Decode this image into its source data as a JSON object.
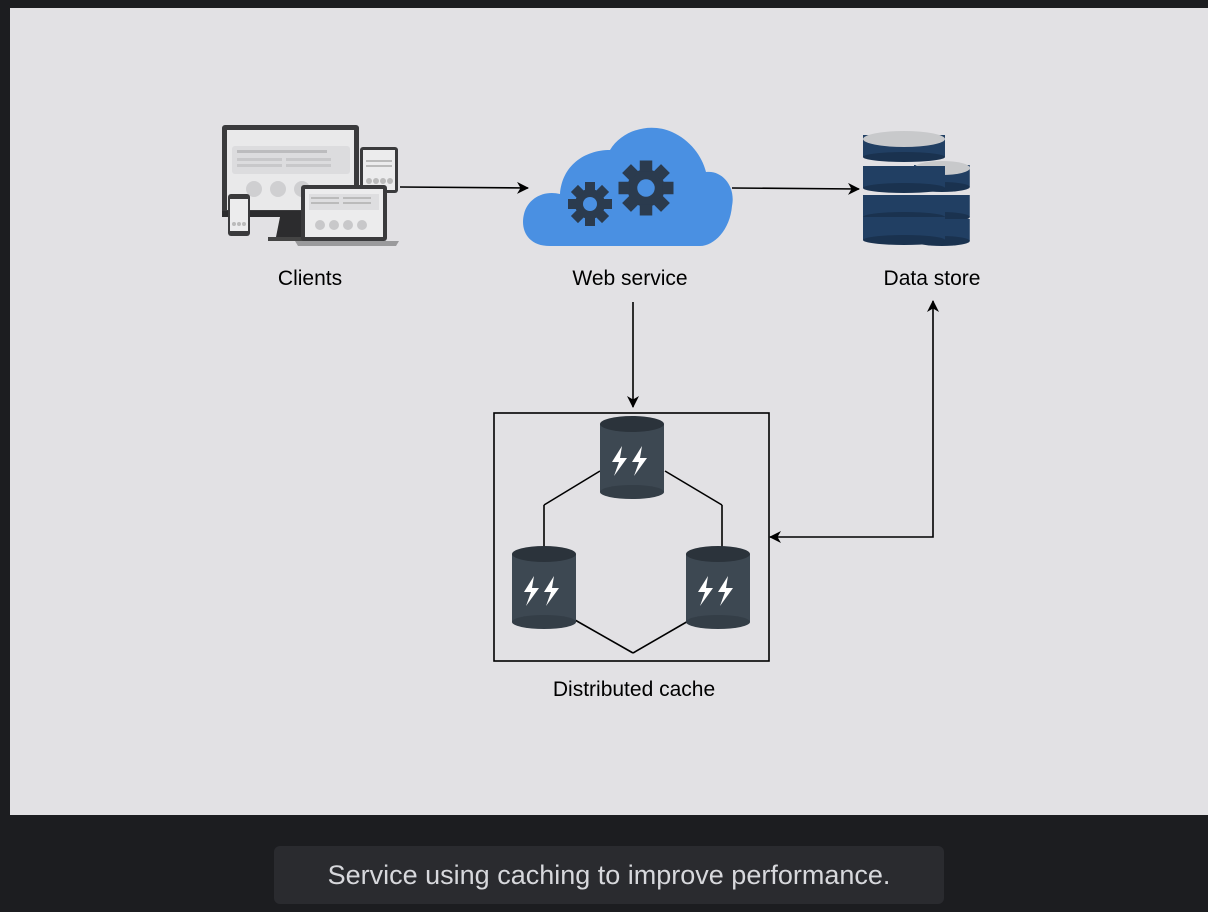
{
  "diagram": {
    "nodes": {
      "clients": {
        "label": "Clients",
        "icon": "devices-icon"
      },
      "web_service": {
        "label": "Web service",
        "icon": "cloud-gears-icon"
      },
      "data_store": {
        "label": "Data store",
        "icon": "database-stack-icon"
      },
      "cache": {
        "label": "Distributed cache",
        "icon": "cache-node-icon"
      }
    },
    "edges": [
      {
        "from": "clients",
        "to": "web_service",
        "direction": "forward"
      },
      {
        "from": "web_service",
        "to": "data_store",
        "direction": "forward"
      },
      {
        "from": "web_service",
        "to": "cache",
        "direction": "forward"
      },
      {
        "from": "cache",
        "to": "data_store",
        "direction": "both"
      }
    ],
    "colors": {
      "canvas": "#e2e1e4",
      "cloud": "#4a90e2",
      "gear": "#2b3b4e",
      "database": "#1f3a5c",
      "cache_node": "#3d4852"
    }
  },
  "caption": "Service using caching to improve performance."
}
